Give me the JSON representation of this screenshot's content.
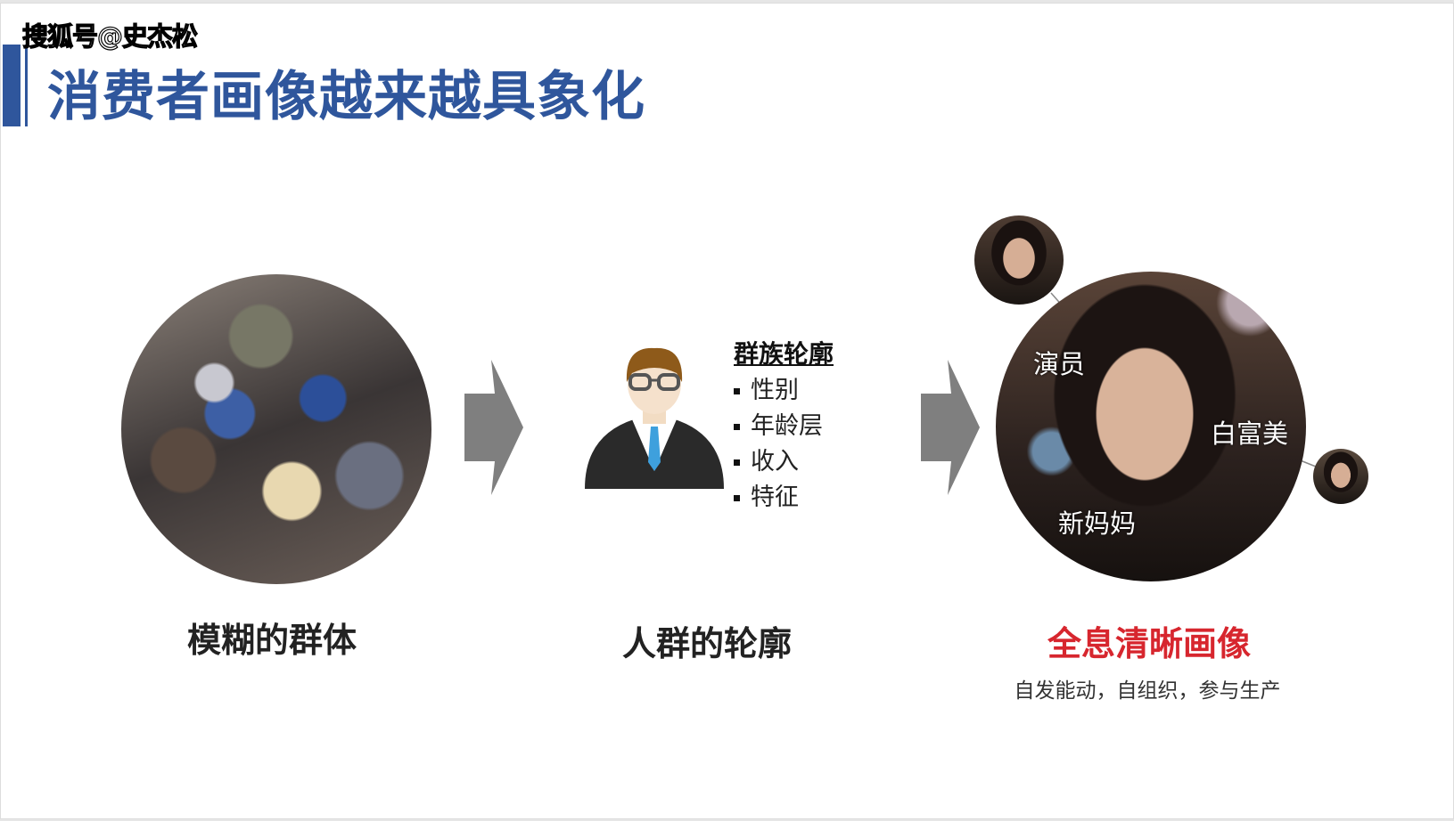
{
  "watermark": "搜狐号@史杰松",
  "title": "消费者画像越来越具象化",
  "profile": {
    "heading": "群族轮廓",
    "items": [
      "性别",
      "年龄层",
      "收入",
      "特征"
    ]
  },
  "portrait_labels": {
    "actor": "演员",
    "rich": "白富美",
    "mom": "新妈妈"
  },
  "captions": {
    "left": "模糊的群体",
    "middle": "人群的轮廓",
    "right": "全息清晰画像",
    "right_sub": "自发能动，自组织，参与生产"
  },
  "colors": {
    "title": "#2f569c",
    "highlight": "#d7262e",
    "arrow": "#7f7f7f"
  }
}
